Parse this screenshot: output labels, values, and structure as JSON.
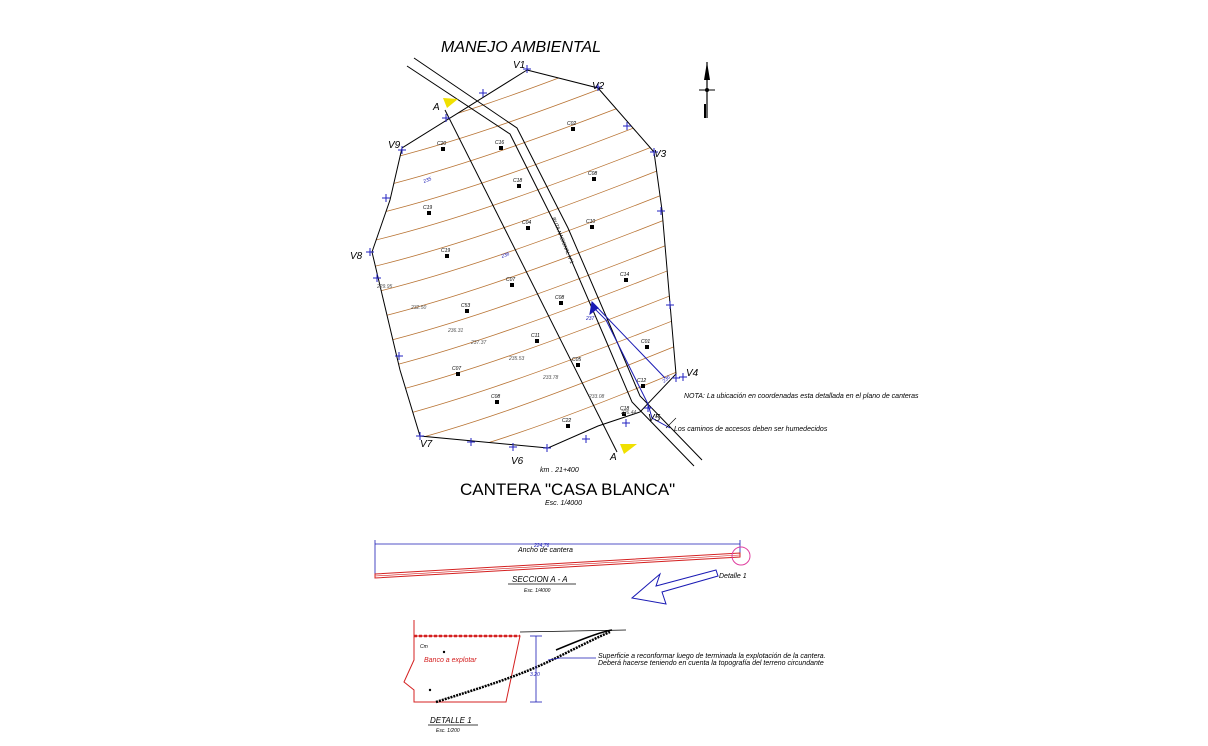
{
  "title": "MANEJO AMBIENTAL",
  "plan": {
    "name": "CANTERA \"CASA BLANCA\"",
    "scale": "Esc. 1/4000",
    "km": "km . 21+400",
    "section_marker": "A",
    "vertices": [
      "V1",
      "V2",
      "V3",
      "V4",
      "V5",
      "V6",
      "V7",
      "V8",
      "V9"
    ],
    "road_label": "RUTA NACIONAL N°1",
    "survey_points": [
      "C20",
      "C16",
      "C02",
      "C19",
      "C18",
      "C08",
      "C19",
      "C04",
      "C10",
      "C07",
      "C14",
      "C53",
      "C08",
      "C07",
      "C11",
      "C01",
      "C05",
      "C08",
      "C12",
      "C22",
      "C18"
    ],
    "elevations": [
      "229.95",
      "232.50",
      "236.31",
      "237.37",
      "235.53",
      "233.78",
      "233.08",
      "226.44"
    ],
    "note": "NOTA: La ubicación en coordenadas esta detallada en el plano de canteras",
    "road_note": "Los caminos de accesos deben ser humedecidos",
    "colors": {
      "contour": "#b87333",
      "marker": "#1a1ab4",
      "section_arrow": "#f0e000"
    }
  },
  "section": {
    "title": "SECCION A - A",
    "scale": "Esc. 1/4000",
    "width_label": "Ancho de cantera",
    "dim_value": "224.76",
    "detail_ref": "Detalle 1",
    "colors": {
      "profile": "#d42020",
      "circle": "#e040a0"
    }
  },
  "detail": {
    "title": "DETALLE 1",
    "scale": "Esc. 1/200",
    "bench_label": "Banco a explotar",
    "height_value": "3.20",
    "note_line1": "Superficie a reconformar luego de terminada la explotación de la cantera.",
    "note_line2": "Deberá hacerse teniendo en cuenta la topografía del terreno circundante"
  }
}
